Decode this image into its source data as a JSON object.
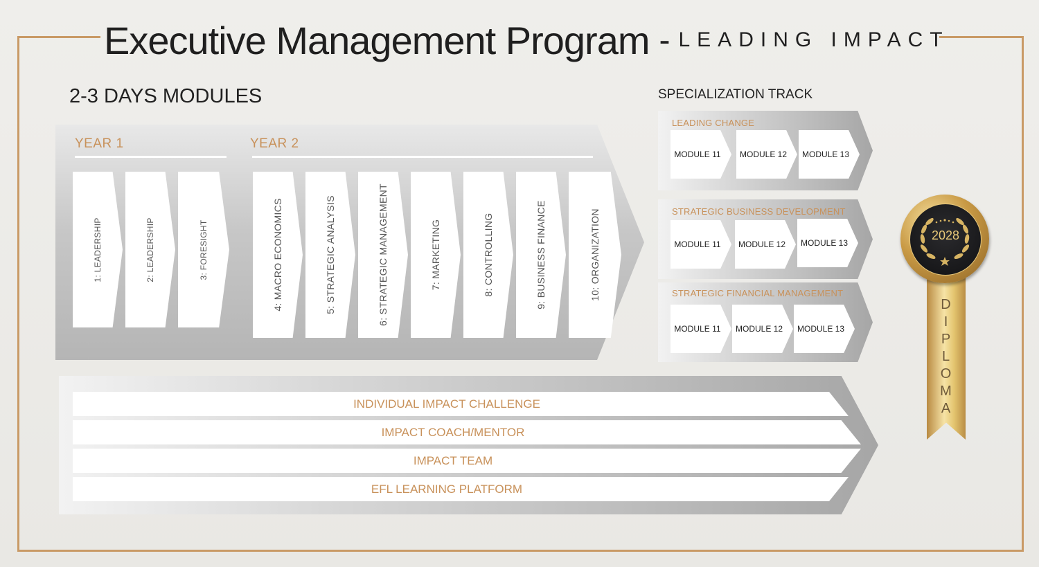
{
  "header": {
    "title": "Executive Management Program",
    "dash": "-",
    "subtitle": "LEADING IMPACT"
  },
  "modules_section": {
    "label": "2-3 DAYS MODULES",
    "year1": {
      "label": "YEAR 1",
      "modules": [
        "1: LEADERSHIP",
        "2: LEADERSHIP",
        "3: FORESIGHT"
      ]
    },
    "year2": {
      "label": "YEAR 2",
      "modules": [
        "4:  MACRO ECONOMICS",
        "5: STRATEGIC ANALYSIS",
        "6: STRATEGIC MANAGEMENT",
        "7: MARKETING",
        "8:  CONTROLLING",
        "9: BUSINESS FINANCE",
        "10: ORGANIZATION"
      ]
    }
  },
  "specialization": {
    "label": "SPECIALIZATION TRACK",
    "tracks": [
      {
        "name": "LEADING CHANGE",
        "modules": [
          "MODULE 11",
          "MODULE 12",
          "MODULE 13"
        ]
      },
      {
        "name": "STRATEGIC BUSINESS DEVELOPMENT",
        "modules": [
          "MODULE 11",
          "MODULE 12",
          "MODULE 13"
        ]
      },
      {
        "name": "STRATEGIC FINANCIAL MANAGEMENT",
        "modules": [
          "MODULE 11",
          "MODULE 12",
          "MODULE 13"
        ]
      }
    ]
  },
  "support_rows": [
    "INDIVIDUAL IMPACT CHALLENGE",
    "IMPACT COACH/MENTOR",
    "IMPACT TEAM",
    "EFL LEARNING PLATFORM"
  ],
  "diploma": {
    "year": "2028",
    "letters": [
      "D",
      "I",
      "P",
      "L",
      "O",
      "M",
      "A"
    ]
  },
  "colors": {
    "accent_gold": "#c8915a",
    "frame": "#c99a66",
    "module_fill": "#ffffff",
    "band_gray": "#b5b5b5"
  }
}
